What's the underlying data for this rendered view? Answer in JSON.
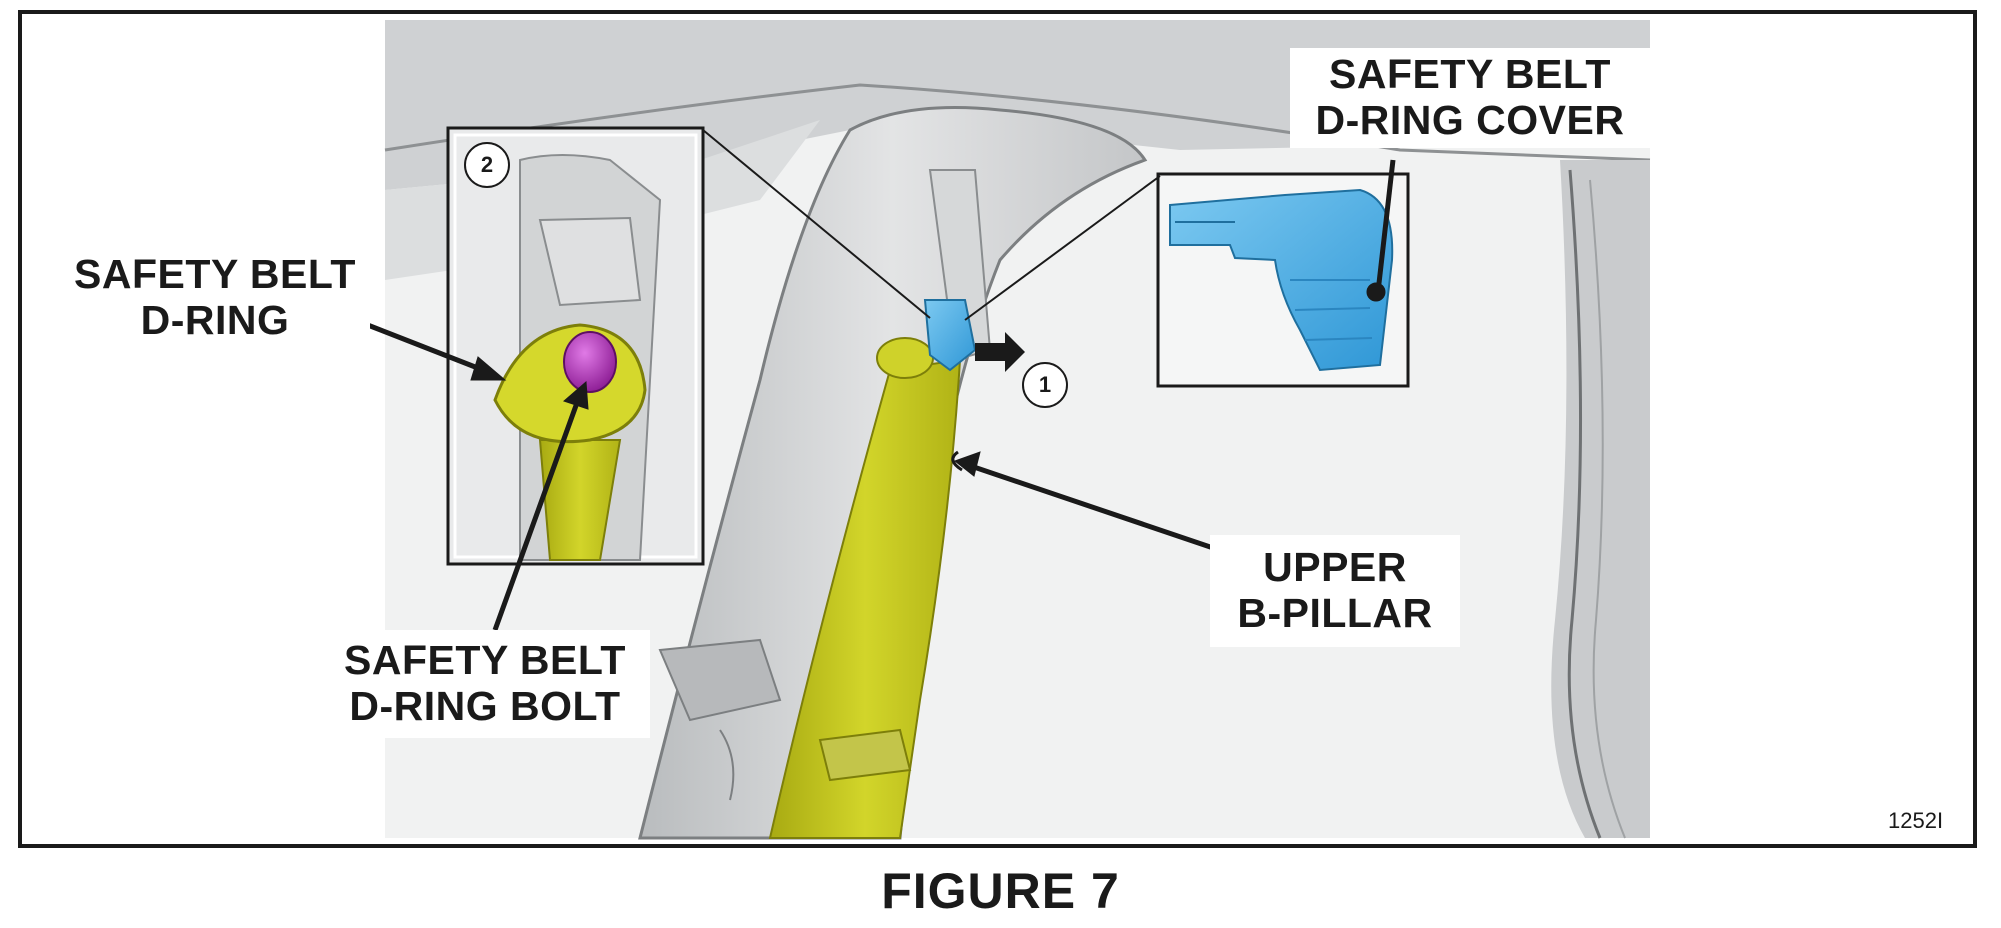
{
  "labels": {
    "d_ring": [
      "SAFETY BELT",
      "D-RING"
    ],
    "d_ring_bolt": [
      "SAFETY BELT",
      "D-RING BOLT"
    ],
    "d_ring_cover": [
      "SAFETY BELT",
      "D-RING COVER"
    ],
    "upper_b_pillar": [
      "UPPER",
      "B-PILLAR"
    ]
  },
  "steps": {
    "one": "1",
    "two": "2"
  },
  "figure_id": "1252I",
  "caption": "FIGURE 7",
  "colors": {
    "belt": "#c9cc1f",
    "bolt": "#b02ab8",
    "cover": "#4fb3e8",
    "pillar": "#cfd2d4",
    "background_panel": "#e6e7e8",
    "line": "#1a1a1a"
  }
}
